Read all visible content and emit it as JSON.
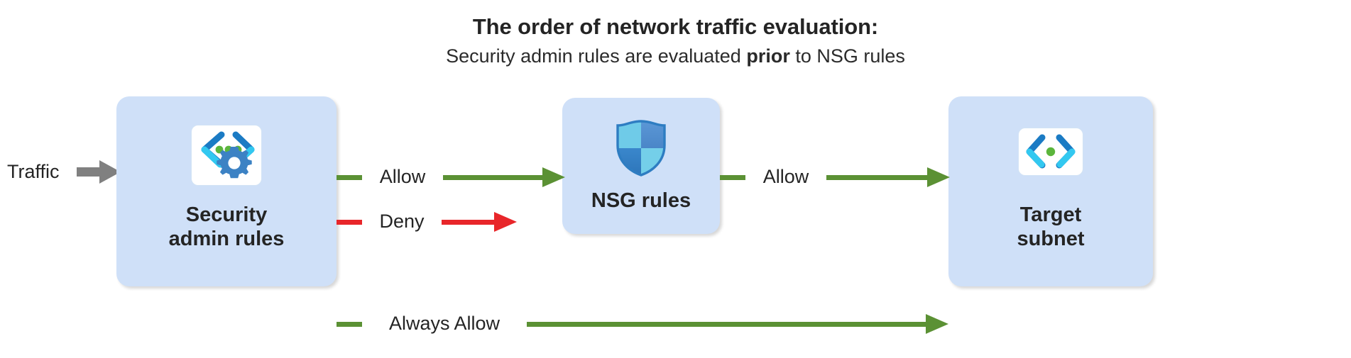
{
  "heading": {
    "title": "The order of network traffic evaluation:",
    "subtitle_before": "Security admin rules are evaluated ",
    "subtitle_emphasis": "prior",
    "subtitle_after": " to NSG rules"
  },
  "colors": {
    "box_fill": "#cfe0f8",
    "allow_green": "#5b9134",
    "deny_red": "#e8262a",
    "traffic_gray": "#808080",
    "text": "#242424",
    "icon_blue_dark": "#1b7bc4",
    "icon_blue_cyan": "#32c8f0",
    "icon_green_dot": "#5bb53c",
    "icon_gear_blue": "#3c82c4",
    "shield_light": "#6fcbe8",
    "shield_mid": "#4f91d4",
    "shield_dark": "#2e7dc2"
  },
  "entry": {
    "label": "Traffic",
    "arrow_icon": "right-arrow-icon"
  },
  "nodes": [
    {
      "id": "security-admin-rules",
      "label": "Security\nadmin rules",
      "icon": "code-brackets-gear-icon"
    },
    {
      "id": "nsg-rules",
      "label": "NSG rules",
      "icon": "shield-icon"
    },
    {
      "id": "target-subnet",
      "label": "Target\nsubnet",
      "icon": "code-brackets-dot-icon"
    }
  ],
  "edges": [
    {
      "id": "security-to-nsg-allow",
      "label": "Allow",
      "color": "#5b9134",
      "from": "security-admin-rules",
      "to": "nsg-rules"
    },
    {
      "id": "security-deny",
      "label": "Deny",
      "color": "#e8262a",
      "from": "security-admin-rules",
      "to": ""
    },
    {
      "id": "nsg-to-target-allow",
      "label": "Allow",
      "color": "#5b9134",
      "from": "nsg-rules",
      "to": "target-subnet"
    },
    {
      "id": "security-to-target-always-allow",
      "label": "Always Allow",
      "color": "#5b9134",
      "from": "security-admin-rules",
      "to": "target-subnet"
    }
  ]
}
